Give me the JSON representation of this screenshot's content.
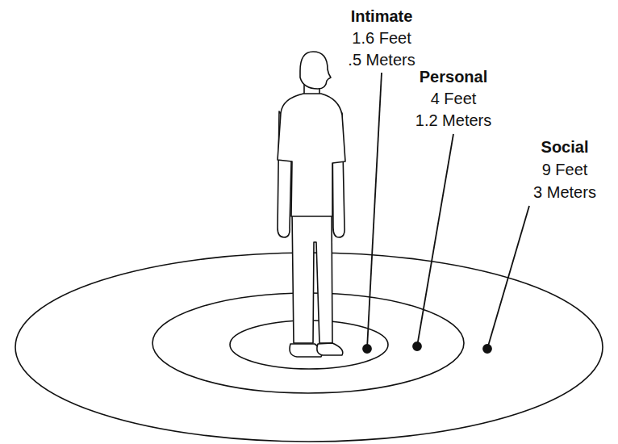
{
  "diagram": {
    "labels": [
      "Intimate",
      "1.6 Feet",
      ".5 Meters",
      "Personal",
      "4 Feet",
      "1.2 Meters",
      "Social",
      "9 Feet",
      "3 Meters"
    ]
  }
}
